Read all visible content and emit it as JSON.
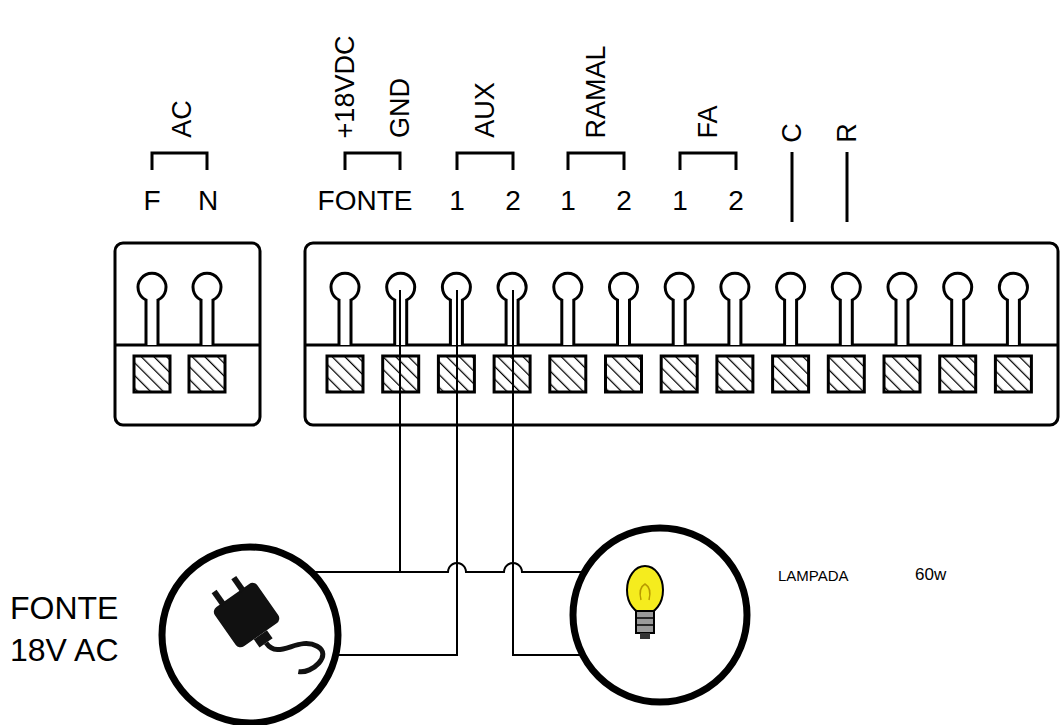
{
  "diagram": {
    "nodes": [
      {
        "text": [
          "FONTE 18V AC"
        ]
      },
      {
        "text": [
          "LAMPADA",
          "60w"
        ]
      }
    ],
    "edges": [
      {
        "from": 0,
        "to": 1,
        "arrow": "none"
      }
    ],
    "labels": [
      "AC",
      "F",
      "N",
      "+18VDC",
      "GND",
      "FONTE",
      "AUX",
      "1",
      "2",
      "RAMAL",
      "1",
      "2",
      "FA",
      "1",
      "2",
      "C",
      "R"
    ]
  }
}
